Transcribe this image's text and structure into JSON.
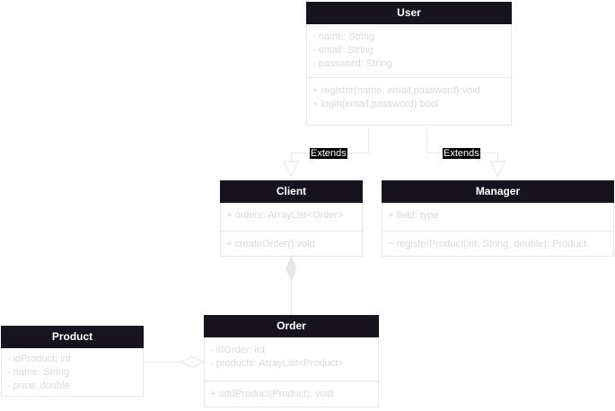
{
  "classes": {
    "user": {
      "name": "User",
      "attributes": [
        "- name: String",
        "- email: String",
        "- password: String"
      ],
      "methods": [
        "+ register(name, email,password):void",
        "+ login(email,password):bool"
      ]
    },
    "client": {
      "name": "Client",
      "attributes": [
        "+ orders: ArrayList<Order>"
      ],
      "methods": [
        "+ createOrder():void"
      ]
    },
    "manager": {
      "name": "Manager",
      "attributes": [
        "+ field: type"
      ],
      "methods": [
        "~ registerProduct(int, String, double): Product"
      ]
    },
    "order": {
      "name": "Order",
      "attributes": [
        "- idOrder: int",
        "- products: ArrayList<Product>"
      ],
      "methods": [
        "+ addProduct(Product): void"
      ]
    },
    "product": {
      "name": "Product",
      "attributes": [
        "- idProduct: int",
        "- name: String",
        "- price: double"
      ]
    }
  },
  "relations": {
    "client_extends_user": "Extends",
    "manager_extends_user": "Extends"
  }
}
